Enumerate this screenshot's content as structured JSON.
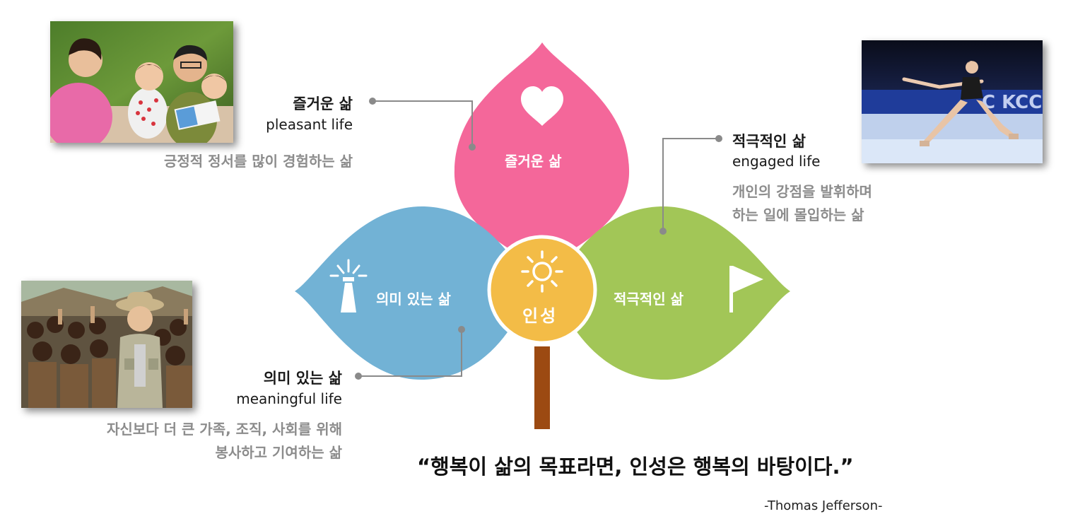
{
  "colors": {
    "pleasant": "#f4679a",
    "meaningful": "#72b2d5",
    "engaged": "#a2c657",
    "center": "#f3bc47",
    "stem": "#9c4a12",
    "connector": "#8a8a8a"
  },
  "petals": {
    "pleasant": {
      "label": "즐거운 삶",
      "icon": "heart-icon"
    },
    "meaningful": {
      "label": "의미 있는 삶",
      "icon": "lighthouse-icon"
    },
    "engaged": {
      "label": "적극적인 삶",
      "icon": "flag-icon"
    }
  },
  "center": {
    "label": "인성",
    "icon": "sun-icon"
  },
  "pleasant_life": {
    "title": "즐거운 삶",
    "english": "pleasant life",
    "desc": "긍정적 정서를 많이 경험하는 삶"
  },
  "engaged_life": {
    "title": "적극적인 삶",
    "english": "engaged life",
    "desc_line1": "개인의 강점을 발휘하며",
    "desc_line2": "하는 일에 몰입하는 삶"
  },
  "meaningful_life": {
    "title": "의미 있는 삶",
    "english": "meaningful life",
    "desc_line1": "자신보다 더 큰 가족, 조직, 사회를 위해",
    "desc_line2": "봉사하고 기여하는 삶"
  },
  "quote": "“행복이 삶의 목표라면, 인성은 행복의 바탕이다.”",
  "author": "-Thomas Jefferson-"
}
